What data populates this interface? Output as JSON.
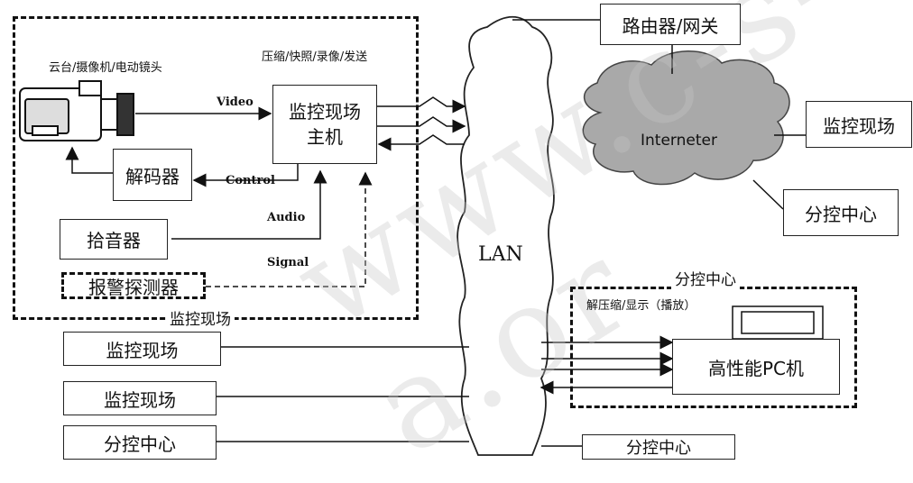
{
  "site_area": {
    "title": "监控现场",
    "ptz_label": "云台/摄像机/电动镜头",
    "compress_label": "压缩/快照/录像/发送",
    "host_line1": "监控现场",
    "host_line2": "主机",
    "decoder": "解码器",
    "pickup": "拾音器",
    "alarm": "报警探测器",
    "signals": {
      "video": "Video",
      "control": "Control",
      "audio": "Audio",
      "signal": "Signal"
    }
  },
  "lan_label": "LAN",
  "router": "路由器/网关",
  "internet": {
    "label": "Interneter",
    "site": "监控现场",
    "center": "分控中心"
  },
  "subcenter_area": {
    "title": "分控中心",
    "decompress_label": "解压缩/显示（播放）",
    "pc": "高性能PC机"
  },
  "left_boxes": [
    "监控现场",
    "监控现场",
    "分控中心"
  ],
  "bottom_right_box": "分控中心",
  "watermark": "www.c-s-a.or"
}
